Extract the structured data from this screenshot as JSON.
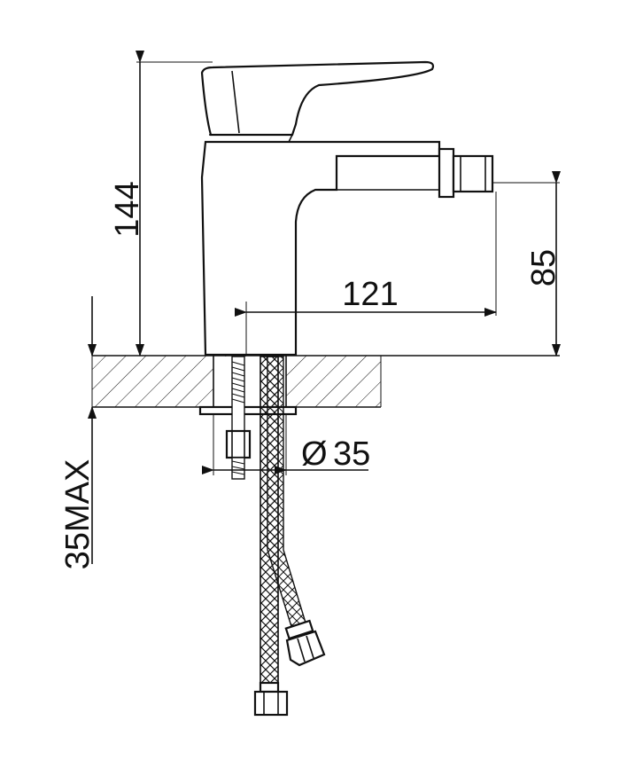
{
  "drawing": {
    "dimensions": {
      "total_height": "144",
      "spout_height": "85",
      "spout_reach": "121",
      "mount_hole": "35",
      "mount_hole_symbol": "Ø",
      "counter_thickness": "35MAX"
    }
  }
}
